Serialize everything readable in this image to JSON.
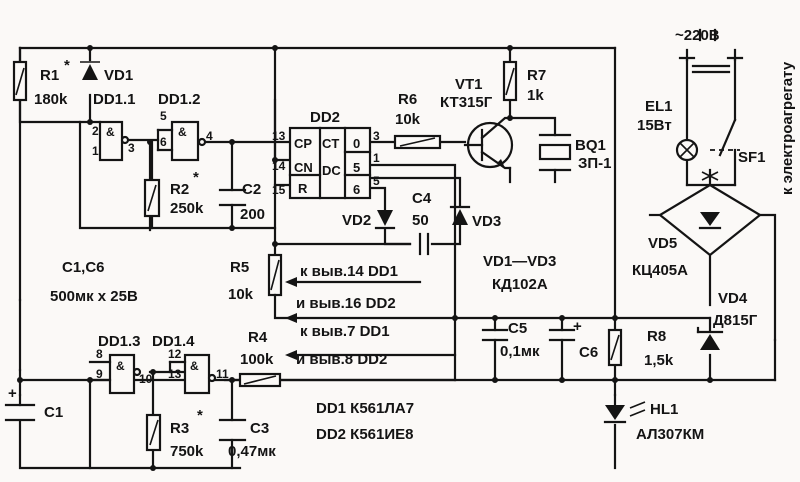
{
  "labels": {
    "r1": "R1",
    "r1_star": "*",
    "r1_val": "180k",
    "vd1": "VD1",
    "dd11": "DD1.1",
    "dd12": "DD1.2",
    "dd2": "DD2",
    "r6": "R6",
    "r6_val": "10k",
    "vt1": "VT1",
    "vt1_type": "КТ315Г",
    "r7": "R7",
    "r7_val": "1k",
    "bq1": "BQ1",
    "bq1_type": "ЗП-1",
    "mains": "~220В",
    "el1": "EL1",
    "el1_val": "15Вт",
    "sf1": "SF1",
    "to_unit": "к электроагрегату",
    "r2": "R2",
    "r2_star": "*",
    "r2_val": "250k",
    "c2": "C2",
    "c2_val": "200",
    "c4": "C4",
    "c4_val": "50",
    "vd2": "VD2",
    "vd3": "VD3",
    "vd5": "VD5",
    "vd5_type": "КЦ405А",
    "c1c6": "C1,C6",
    "c1c6_val": "500мк x 25В",
    "r5": "R5",
    "r5_val": "10k",
    "note1a": "к выв.14 DD1",
    "note1b": "и выв.16 DD2",
    "note2a": "к выв.7 DD1",
    "note2b": "и выв.8 DD2",
    "vd_range": "VD1—VD3",
    "vd_type": "КД102А",
    "vd4": "VD4",
    "vd4_type": "Д815Г",
    "c5": "C5",
    "c5_val": "0,1мк",
    "c6": "C6",
    "c6_plus": "+",
    "r8": "R8",
    "r8_val": "1,5k",
    "dd13": "DD1.3",
    "dd14": "DD1.4",
    "r4": "R4",
    "r4_val": "100k",
    "c1": "C1",
    "c1_plus": "+",
    "r3": "R3",
    "r3_star": "*",
    "r3_val": "750k",
    "c3": "C3",
    "c3_val": "0,47мк",
    "hl1": "HL1",
    "hl1_type": "АЛ307КМ",
    "dd1_type": "DD1 К561ЛА7",
    "dd2_type": "DD2 К561ИЕ8"
  },
  "pins": {
    "p2": "2",
    "p1": "1",
    "p3": "3",
    "p5": "5",
    "p6": "6",
    "p4": "4",
    "p13": "13",
    "p14": "14",
    "p15": "15",
    "cp": "CP",
    "cn": "CN",
    "r": "R",
    "ct": "CT",
    "dc": "DC",
    "o0": "0",
    "o1": "1",
    "o3": "3",
    "o5": "5",
    "o6": "6",
    "o5b": "5",
    "o1b": "1",
    "p8": "8",
    "p9": "9",
    "p10": "10",
    "p12": "12",
    "p13b": "13",
    "p11": "11",
    "amp": "&"
  }
}
